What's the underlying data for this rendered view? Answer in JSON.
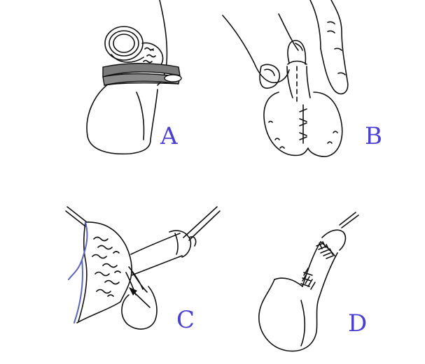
{
  "panels": [
    {
      "id": "A",
      "label": "A"
    },
    {
      "id": "B",
      "label": "B"
    },
    {
      "id": "C",
      "label": "C"
    },
    {
      "id": "D",
      "label": "D"
    }
  ],
  "colors": {
    "label": "#4a3fd0",
    "line": "#111111",
    "shade": "#7a7a7a",
    "blue_edge": "#5a66b8"
  }
}
